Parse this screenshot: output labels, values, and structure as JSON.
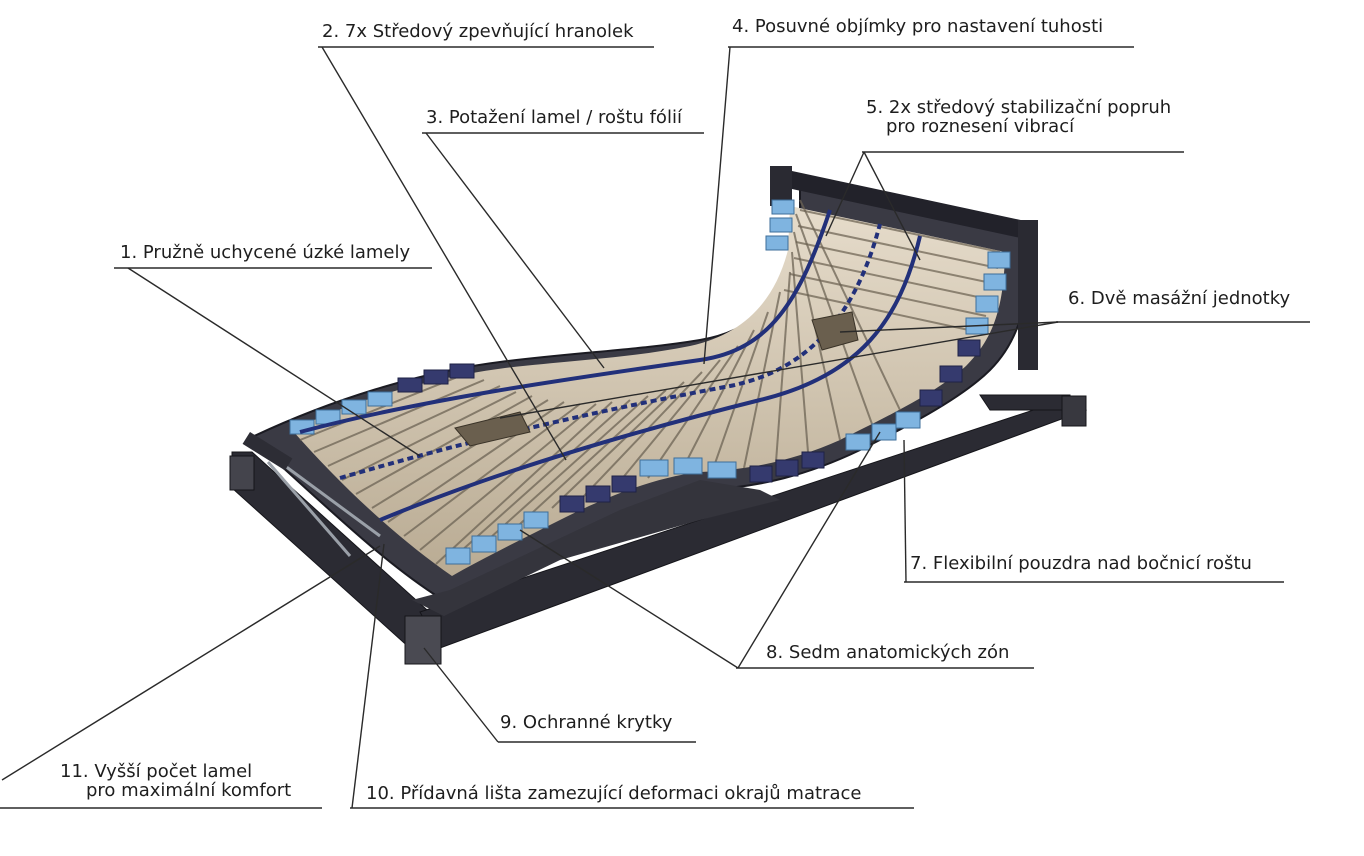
{
  "callouts": [
    {
      "id": "c1",
      "text": "1. Pružně uchycené úzké lamely"
    },
    {
      "id": "c2",
      "text": "2. 7x Středový zpevňující hranolek"
    },
    {
      "id": "c3",
      "text": "3. Potažení lamel / roštu fólií"
    },
    {
      "id": "c4",
      "text": "4. Posuvné objímky pro nastavení tuhosti"
    },
    {
      "id": "c5",
      "line1": "5. 2x středový stabilizační  popruh",
      "line2": "pro roznesení vibrací"
    },
    {
      "id": "c6",
      "text": "6. Dvě masážní jednotky"
    },
    {
      "id": "c7",
      "text": "7. Flexibilní pouzdra nad bočnicí roštu"
    },
    {
      "id": "c8",
      "text": "8. Sedm anatomických zón"
    },
    {
      "id": "c9",
      "text": "9. Ochranné krytky"
    },
    {
      "id": "c10",
      "text": "10. Přídavná lišta zamezující deformaci okrajů matrace"
    },
    {
      "id": "c11",
      "line1": "11. Vyšší počet lamel",
      "line2": "pro maximální komfort"
    }
  ],
  "colors": {
    "frame": "#26262e",
    "slat_light": "#ded3c1",
    "slat_dark": "#7e7462",
    "cap_light": "#7eb4e0",
    "cap_dark": "#37396e",
    "strap": "#2a3a7a",
    "leader": "#2a2a2a"
  }
}
